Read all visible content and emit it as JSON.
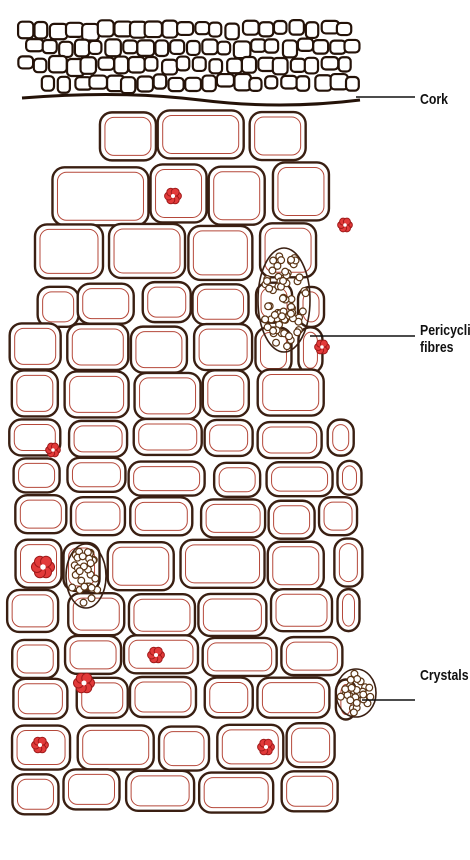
{
  "diagram": {
    "labels": {
      "cork": "Cork",
      "pericyclic_fibres": "Pericyclic\nfibres",
      "crystals": "Crystals"
    },
    "colors": {
      "cell_wall": "#3a1f12",
      "cell_wall_inner": "#b5483a",
      "crystal": "#e23a3a",
      "background": "#ffffff"
    }
  }
}
